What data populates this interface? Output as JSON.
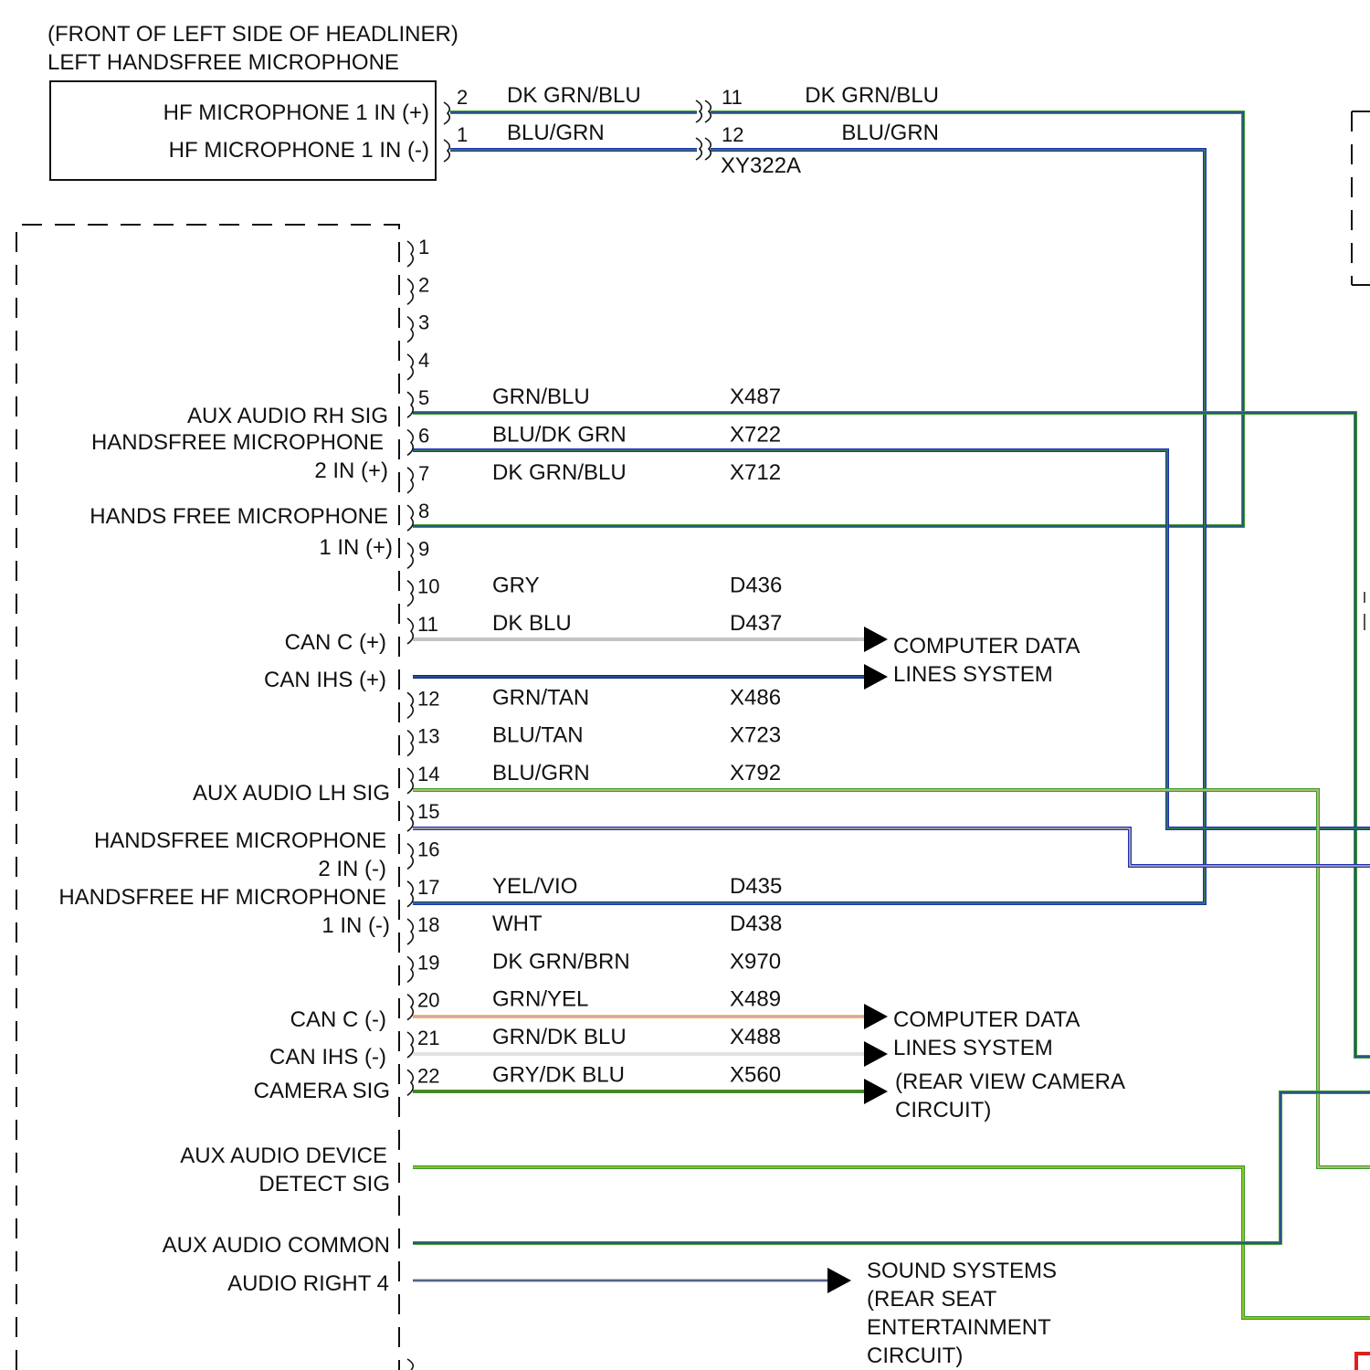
{
  "microphone": {
    "location": "(FRONT OF LEFT SIDE OF HEADLINER)",
    "name": "LEFT HANDSFREE MICROPHONE",
    "pins": [
      {
        "pin": "2",
        "label": "HF MICROPHONE 1 IN (+)",
        "wire_color": "DK GRN/BLU"
      },
      {
        "pin": "1",
        "label": "HF MICROPHONE 1 IN (-)",
        "wire_color": "BLU/GRN"
      }
    ]
  },
  "inline_connector": {
    "name": "XY322A",
    "pins": [
      {
        "pin": "11",
        "wire_color": "DK GRN/BLU"
      },
      {
        "pin": "12",
        "wire_color": "BLU/GRN"
      }
    ]
  },
  "module_pins": [
    {
      "pin": "1",
      "label": "",
      "color": "",
      "circuit": ""
    },
    {
      "pin": "2",
      "label": "",
      "color": "",
      "circuit": ""
    },
    {
      "pin": "3",
      "label": "",
      "color": "",
      "circuit": ""
    },
    {
      "pin": "4",
      "label": "",
      "color": "",
      "circuit": ""
    },
    {
      "pin": "5",
      "label": "AUX AUDIO RH SIG",
      "color": "GRN/BLU",
      "circuit": "X487"
    },
    {
      "pin": "6",
      "label": "HANDSFREE MICROPHONE 2 IN (+)",
      "color": "BLU/DK GRN",
      "circuit": "X722"
    },
    {
      "pin": "7",
      "label": "HANDS FREE MICROPHONE 1 IN (+)",
      "color": "DK GRN/BLU",
      "circuit": "X712"
    },
    {
      "pin": "8",
      "label": "",
      "color": "",
      "circuit": ""
    },
    {
      "pin": "9",
      "label": "",
      "color": "",
      "circuit": ""
    },
    {
      "pin": "10",
      "label": "CAN C (+)",
      "color": "GRY",
      "circuit": "D436"
    },
    {
      "pin": "11",
      "label": "CAN IHS (+)",
      "color": "DK BLU",
      "circuit": "D437"
    },
    {
      "pin": "12",
      "label": "AUX AUDIO LH SIG",
      "color": "GRN/TAN",
      "circuit": "X486"
    },
    {
      "pin": "13",
      "label": "HANDSFREE MICROPHONE 2 IN (-)",
      "color": "BLU/TAN",
      "circuit": "X723"
    },
    {
      "pin": "14",
      "label": "HANDSFREE HF MICROPHONE 1 IN (-)",
      "color": "BLU/GRN",
      "circuit": "X792"
    },
    {
      "pin": "15",
      "label": "",
      "color": "",
      "circuit": ""
    },
    {
      "pin": "16",
      "label": "",
      "color": "",
      "circuit": ""
    },
    {
      "pin": "17",
      "label": "CAN C (-)",
      "color": "YEL/VIO",
      "circuit": "D435"
    },
    {
      "pin": "18",
      "label": "CAN IHS (-)",
      "color": "WHT",
      "circuit": "D438"
    },
    {
      "pin": "19",
      "label": "CAMERA SIG",
      "color": "DK GRN/BRN",
      "circuit": "X970"
    },
    {
      "pin": "20",
      "label": "AUX AUDIO DEVICE DETECT SIG",
      "color": "GRN/YEL",
      "circuit": "X489"
    },
    {
      "pin": "21",
      "label": "AUX AUDIO COMMON",
      "color": "GRN/DK BLU",
      "circuit": "X488"
    },
    {
      "pin": "22",
      "label": "AUDIO RIGHT 4",
      "color": "GRY/DK BLU",
      "circuit": "X560"
    }
  ],
  "references": {
    "computer_data_1": [
      "COMPUTER DATA",
      "LINES SYSTEM"
    ],
    "computer_data_2": [
      "COMPUTER DATA",
      "LINES SYSTEM"
    ],
    "rear_view_camera": [
      "(REAR VIEW CAMERA",
      "CIRCUIT)"
    ],
    "sound_systems": [
      "SOUND SYSTEMS",
      "(REAR SEAT",
      "ENTERTAINMENT",
      "CIRCUIT)"
    ]
  },
  "colors": {
    "green": "#3a9a2a",
    "blue": "#1f2fb5",
    "dark_blue": "#0f2a6b",
    "gray": "#c4c4c4",
    "yellow": "#f0c24a",
    "violet": "#d58fd6",
    "white_wire": "#e2e2e2",
    "lime": "#b9dc1e",
    "tan": "#e6d39a",
    "brown": "#7a5a2a",
    "red": "#e02020"
  }
}
